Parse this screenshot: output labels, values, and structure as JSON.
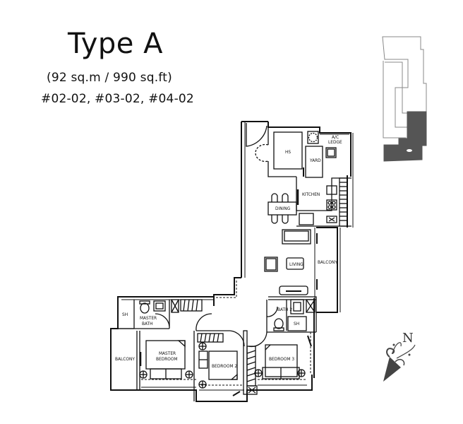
{
  "header": {
    "title": "Type A",
    "area": "(92 sq.m / 990 sq.ft)",
    "units": "#02-02, #03-02, #04-02"
  },
  "rooms": {
    "hs": "HS",
    "yard": "YARD",
    "ac_ledge_1": "A/C",
    "ac_ledge_2": "LEDGE",
    "kitchen": "KITCHEN",
    "dining": "DINING",
    "living": "LIVING",
    "balcony_living": "BALCONY",
    "bath2": "BATH 2",
    "sh_bath2": "SH",
    "sh_master": "SH",
    "master_bath_1": "MASTER",
    "master_bath_2": "BATH",
    "balcony_master": "BALCONY",
    "master_bedroom_1": "MASTER",
    "master_bedroom_2": "BEDROOM",
    "bedroom2": "BEDROOM 2",
    "bedroom3": "BEDROOM 3"
  },
  "compass": {
    "label": "N"
  },
  "key_plan": {
    "highlight_color": "#555555"
  }
}
